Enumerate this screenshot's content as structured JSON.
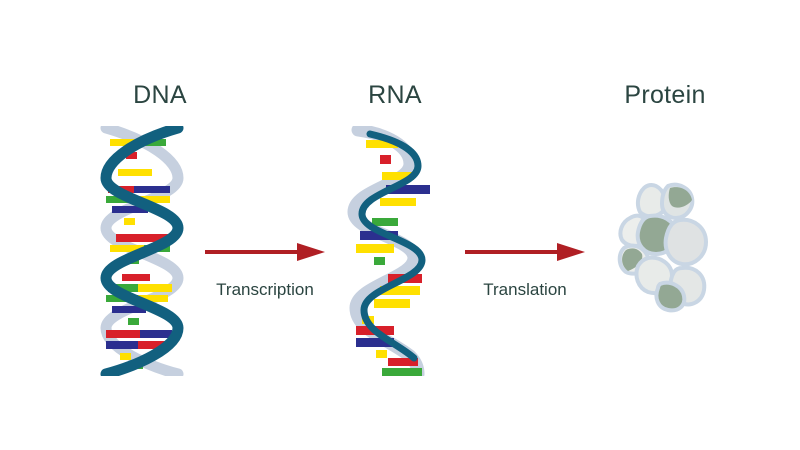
{
  "diagram": {
    "topic": "central-dogma-of-molecular-biology",
    "background_color": "#ffffff",
    "title_color": "#2b4541",
    "stages": [
      {
        "id": "dna",
        "label": "DNA",
        "icon": "dna-double-helix-icon"
      },
      {
        "id": "rna",
        "label": "RNA",
        "icon": "rna-single-strand-icon"
      },
      {
        "id": "protein",
        "label": "Protein",
        "icon": "protein-complex-icon"
      }
    ],
    "steps": [
      {
        "id": "transcription",
        "label": "Transcription",
        "from": "DNA",
        "to": "RNA",
        "arrow_icon": "arrow-right-icon",
        "arrow_color": "#b01f24"
      },
      {
        "id": "translation",
        "label": "Translation",
        "from": "RNA",
        "to": "Protein",
        "arrow_icon": "arrow-right-icon",
        "arrow_color": "#b01f24"
      }
    ],
    "palette": {
      "strand_front": "#12607f",
      "strand_back": "#c6d0df",
      "base_yellow": "#ffe000",
      "base_green": "#3aa93a",
      "base_red": "#d8202a",
      "base_blue": "#2b2f8f",
      "protein_outline": "#c9d6e4",
      "protein_fill_light": "#e6e9e6",
      "protein_fill_sage": "#93a894",
      "protein_fill_pale": "#dde2e6"
    }
  }
}
